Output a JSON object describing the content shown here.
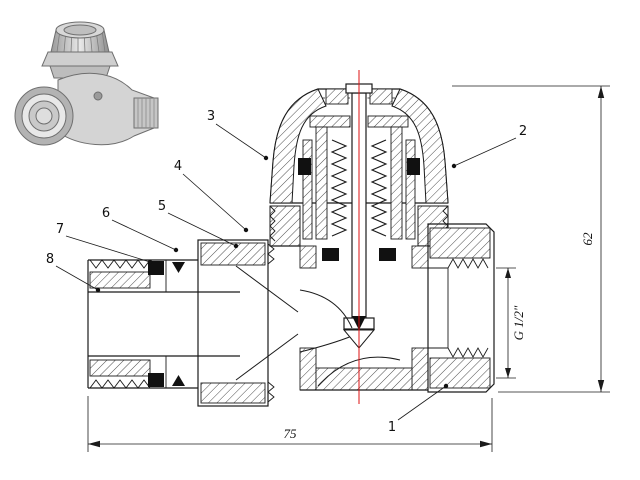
{
  "figure": {
    "callouts": {
      "c1": "1",
      "c2": "2",
      "c3": "3",
      "c4": "4",
      "c5": "5",
      "c6": "6",
      "c7": "7",
      "c8": "8"
    },
    "dimensions": {
      "overall_width": "75",
      "overall_height": "62",
      "thread_size": "G 1/2\""
    },
    "colors": {
      "centerline": "#dd1111",
      "line": "#1b1b1b",
      "background": "#ffffff"
    }
  }
}
